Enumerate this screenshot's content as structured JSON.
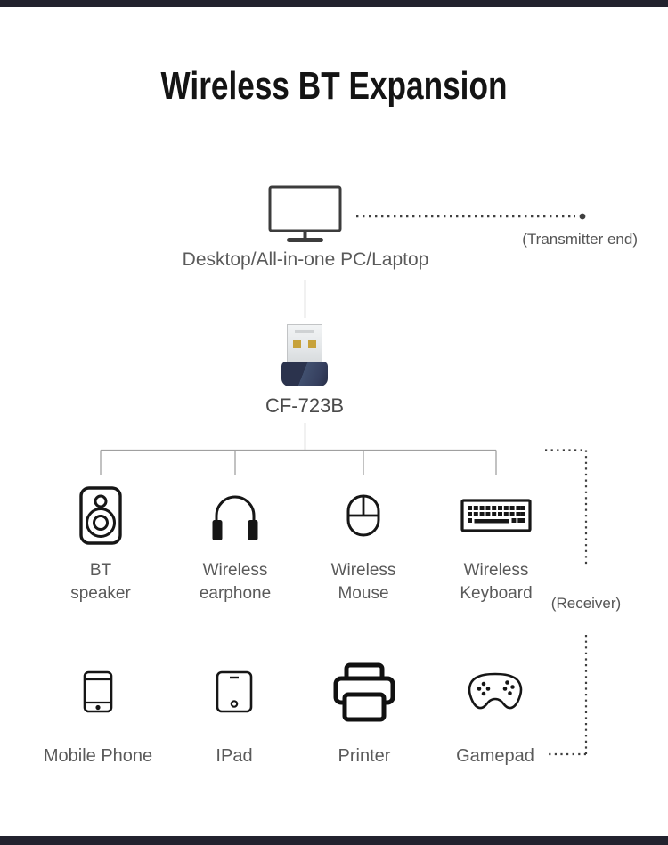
{
  "page": {
    "title": "Wireless BT Expansion",
    "accent_bar_color": "#22222e",
    "background_color": "#ffffff"
  },
  "transmitter": {
    "annotation": "(Transmitter end)",
    "device_label": "Desktop/All-in-one PC/Laptop"
  },
  "adapter": {
    "model": "CF-723B"
  },
  "receiver": {
    "annotation": "(Receiver)"
  },
  "devices_row1": [
    {
      "name": "bt-speaker",
      "icon": "speaker-icon",
      "label_line1": "BT",
      "label_line2": "speaker"
    },
    {
      "name": "wireless-earphone",
      "icon": "headphones-icon",
      "label_line1": "Wireless",
      "label_line2": "earphone"
    },
    {
      "name": "wireless-mouse",
      "icon": "mouse-icon",
      "label_line1": "Wireless",
      "label_line2": "Mouse"
    },
    {
      "name": "wireless-keyboard",
      "icon": "keyboard-icon",
      "label_line1": "Wireless",
      "label_line2": "Keyboard"
    }
  ],
  "devices_row2": [
    {
      "name": "mobile-phone",
      "icon": "smartphone-icon",
      "label": "Mobile Phone"
    },
    {
      "name": "ipad",
      "icon": "tablet-icon",
      "label": "IPad"
    },
    {
      "name": "printer",
      "icon": "printer-icon",
      "label": "Printer"
    },
    {
      "name": "gamepad",
      "icon": "gamepad-icon",
      "label": "Gamepad"
    }
  ],
  "colors": {
    "icon_stroke": "#161616",
    "label_gray": "#5a5a5a",
    "connector_gray": "#a0a0a0",
    "dotted_line": "#3f3f3f",
    "usb_body_navy": "#2b334d",
    "usb_contact_gold": "#c7a23b"
  }
}
